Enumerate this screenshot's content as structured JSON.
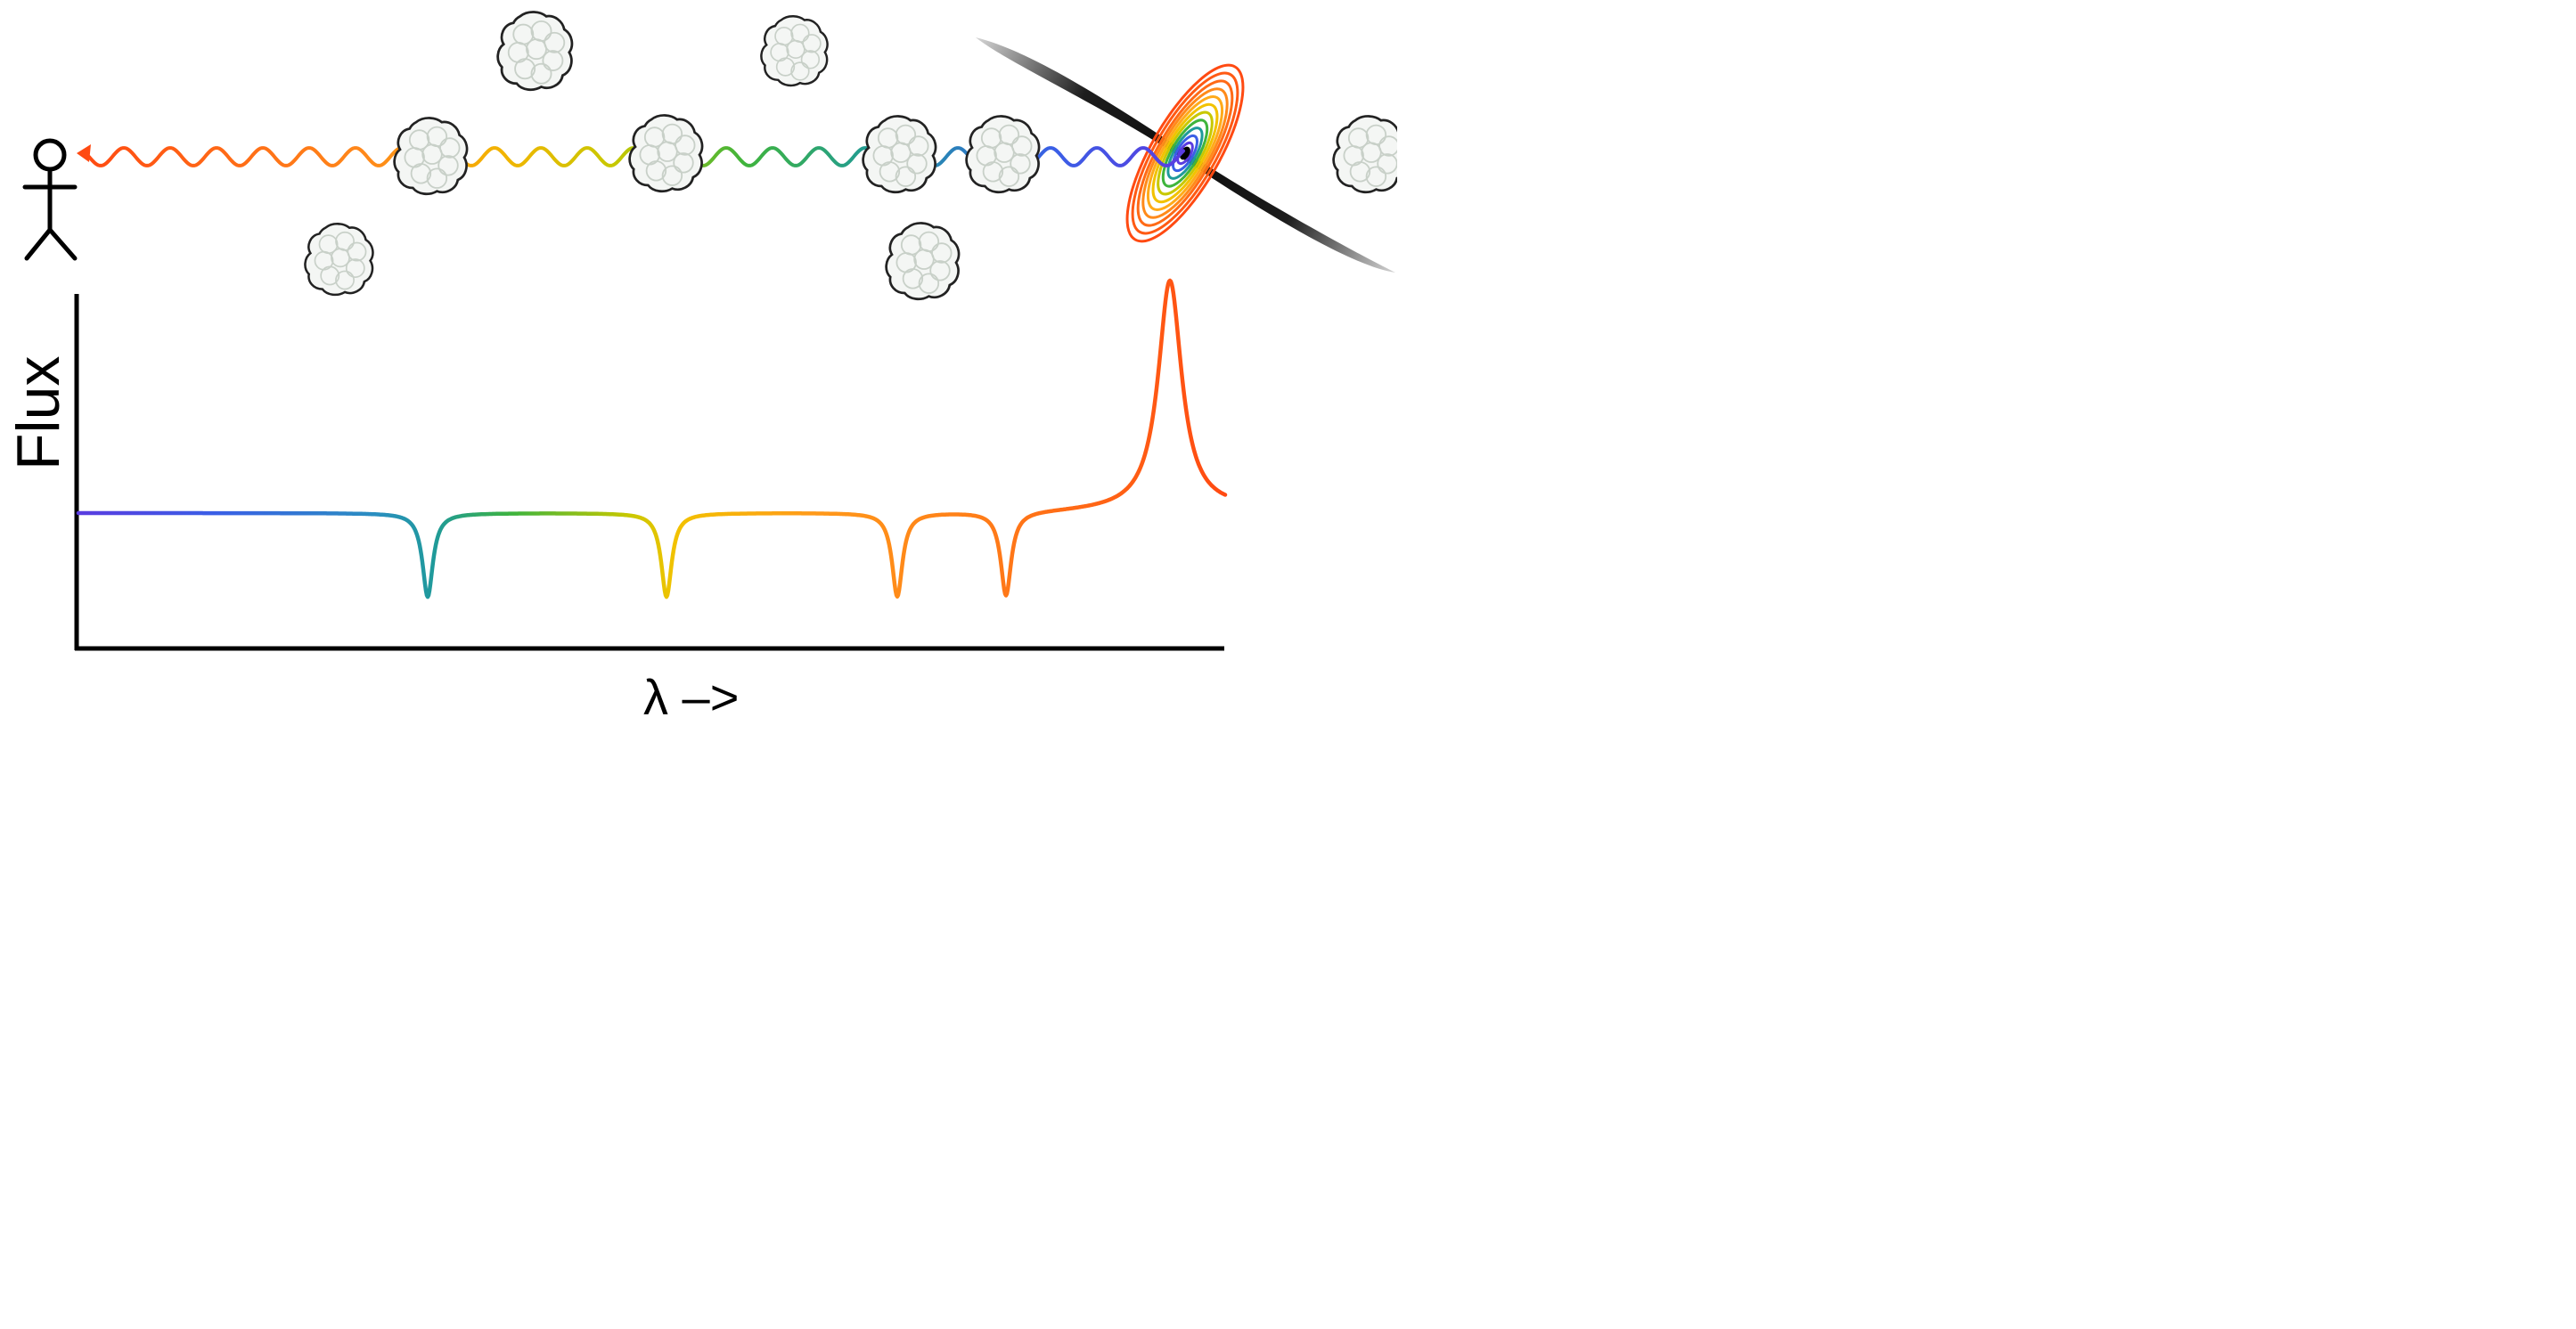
{
  "labels": {
    "y_axis": "Flux",
    "x_axis": "λ –>"
  },
  "spectrum": {
    "continuum_level": 1.0,
    "absorption_lines": [
      {
        "name": "line-1",
        "depth": 0.97,
        "color": "#1f9a9a"
      },
      {
        "name": "line-2",
        "depth": 0.97,
        "color": "#f2c200"
      },
      {
        "name": "line-3",
        "depth": 0.97,
        "color": "#ff7a18"
      },
      {
        "name": "line-4",
        "depth": 0.97,
        "color": "#ff5a14"
      }
    ],
    "emission_peak": {
      "height": 2.7,
      "color": "#ff4a12"
    }
  },
  "colors": {
    "violet": "#5a3ce0",
    "blue": "#3a5fe6",
    "teal": "#1f9a9a",
    "green": "#3fb43c",
    "yellow": "#f2c200",
    "orange": "#ff8a1a",
    "red_orange": "#ff4a12",
    "cloud_fill": "#f4f6f4",
    "cloud_outline": "#222222",
    "jet": "#111111"
  },
  "icons": {
    "observer": "stick-figure-icon",
    "cloud": "gas-cloud-icon",
    "quasar": "quasar-disk-icon"
  }
}
